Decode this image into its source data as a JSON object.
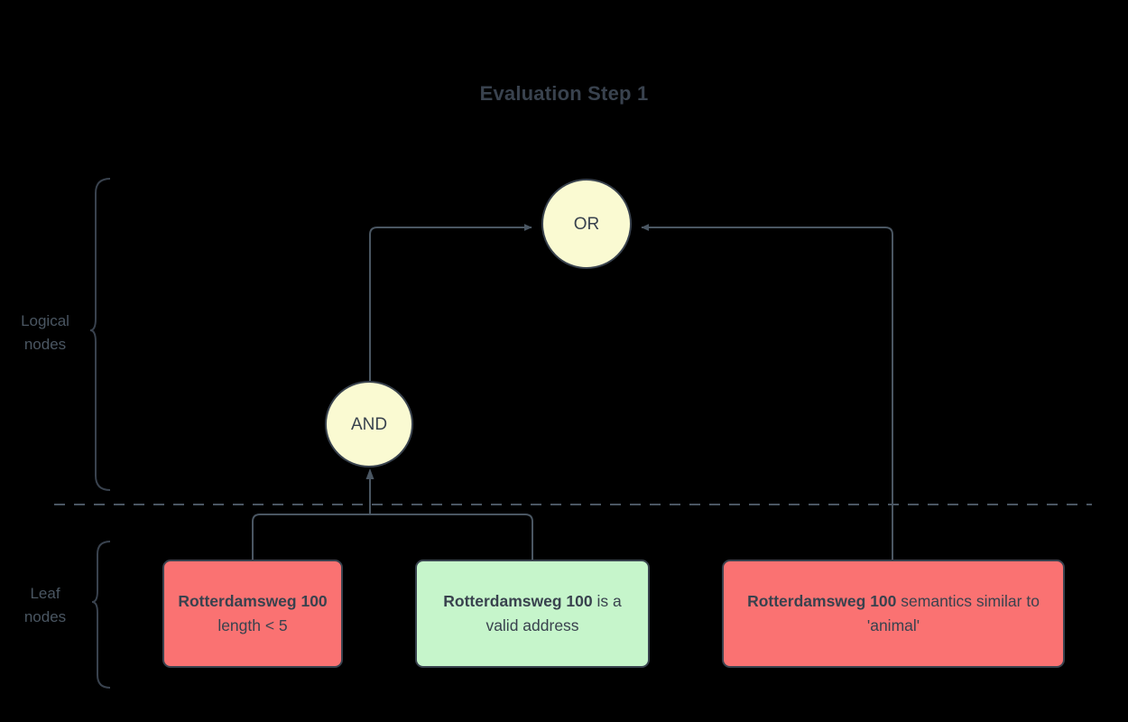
{
  "title": "Evaluation Step 1",
  "groups": [
    {
      "id": "logical",
      "label": "Logical\nnodes"
    },
    {
      "id": "leaf",
      "label": "Leaf\nnodes"
    }
  ],
  "logic_nodes": [
    {
      "id": "or",
      "label": "OR",
      "fill": "#fafad2",
      "stroke": "#39424e"
    },
    {
      "id": "and",
      "label": "AND",
      "fill": "#fafad2",
      "stroke": "#39424e"
    }
  ],
  "leaf_nodes": [
    {
      "id": "length",
      "subject": "Rotterdamsweg 100",
      "predicate": "length < 5",
      "status": "fail",
      "fill": "#fa7272"
    },
    {
      "id": "valid",
      "subject": "Rotterdamsweg 100",
      "predicate": "is a valid address",
      "status": "pass",
      "fill": "#c6f5cb"
    },
    {
      "id": "semantic",
      "subject": "Rotterdamsweg 100",
      "predicate": "semantics similar to 'animal'",
      "status": "fail",
      "fill": "#fa7272"
    }
  ],
  "colors": {
    "background": "#000000",
    "text": "#39424e",
    "title": "#39424e",
    "edge": "#4a5662",
    "divider": "#4a5662",
    "brace": "#39424e"
  },
  "divider": {
    "style": "dashed"
  }
}
